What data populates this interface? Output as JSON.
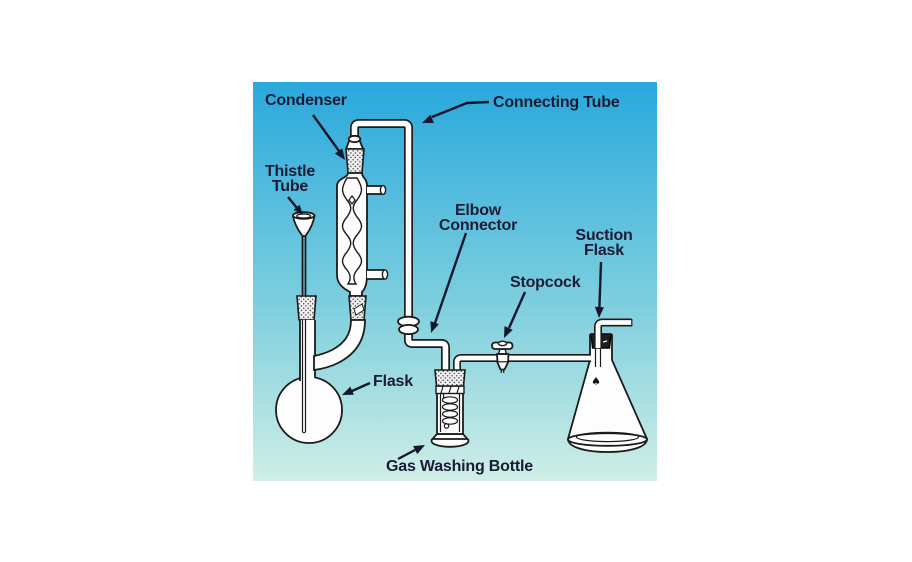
{
  "page": {
    "background_color": "#ffffff"
  },
  "diagram": {
    "description": "Labeled laboratory gas-generation apparatus diagram",
    "colors": {
      "sky_top": "#29a8dc",
      "sky_bottom": "#cfeee6",
      "outline": "#1b1b1b",
      "label_text": "#1b1b35",
      "arrow": "#16162e"
    },
    "labels": {
      "condenser": "Condenser",
      "connecting_tube": "Connecting Tube",
      "thistle_tube_line1": "Thistle",
      "thistle_tube_line2": "Tube",
      "elbow_connector_line1": "Elbow",
      "elbow_connector_line2": "Connector",
      "stopcock": "Stopcock",
      "suction_flask_line1": "Suction",
      "suction_flask_line2": "Flask",
      "flask": "Flask",
      "gas_washing_bottle": "Gas Washing Bottle"
    },
    "marks": {
      "suction_flask_glyph": "♠"
    }
  }
}
